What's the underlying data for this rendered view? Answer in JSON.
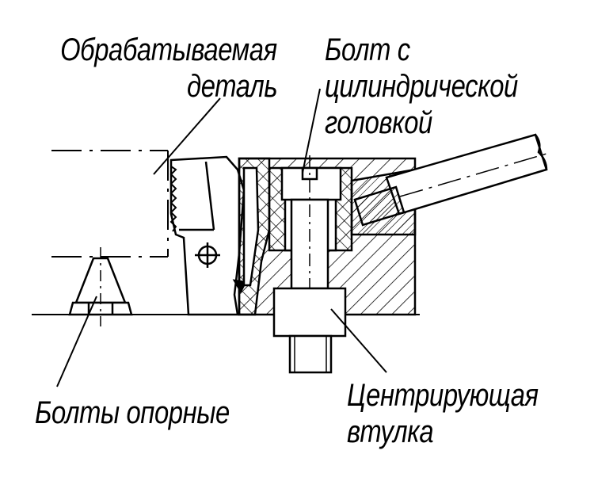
{
  "colors": {
    "line": "#000000",
    "background": "#ffffff"
  },
  "labels": {
    "workpiece": {
      "line1": "Обрабатываемая",
      "line2": "деталь"
    },
    "bolt": {
      "line1": "Болт с",
      "line2": "цилиндрической",
      "line3": "головкой"
    },
    "support_bolts": "Болты опорные",
    "centering_sleeve": {
      "line1": "Центрирующая",
      "line2": "втулка"
    }
  }
}
